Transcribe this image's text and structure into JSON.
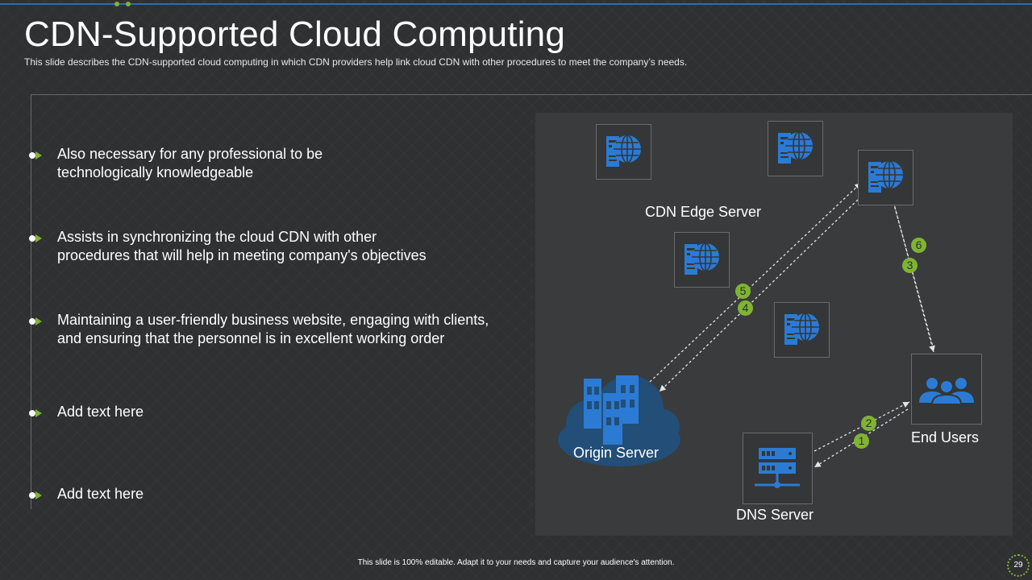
{
  "title": "CDN-Supported Cloud Computing",
  "subtitle": "This slide describes the CDN-supported  cloud computing in which CDN providers  help link cloud CDN with other procedures  to meet the company’s needs.",
  "bullets": [
    {
      "text": "Also necessary for any professional to be\ntechnologically knowledgeable"
    },
    {
      "text": "Assists in synchronizing the cloud CDN with other\nprocedures that will help in meeting company's objectives"
    },
    {
      "text": "Maintaining a user-friendly business website, engaging with clients,\nand ensuring that the personnel is in excellent working order"
    },
    {
      "text": "Add text here"
    },
    {
      "text": "Add text here"
    }
  ],
  "diagram": {
    "cdn_label": "CDN Edge Server",
    "origin_label": "Origin Server",
    "dns_label": "DNS Server",
    "users_label": "End Users",
    "steps": [
      "1",
      "2",
      "3",
      "4",
      "5",
      "6"
    ],
    "icons": {
      "edge_server": "server-globe-icon",
      "origin": "cloud-buildings-icon",
      "dns": "dns-server-icon",
      "users": "users-group-icon"
    }
  },
  "colors": {
    "accent_blue": "#2b7bd4",
    "accent_green": "#7fb433",
    "background": "#2f3031",
    "panel": "#3a3b3c"
  },
  "footer": "This slide is 100% editable.  Adapt it to your needs and capture your audience's attention.",
  "page_number": "29"
}
